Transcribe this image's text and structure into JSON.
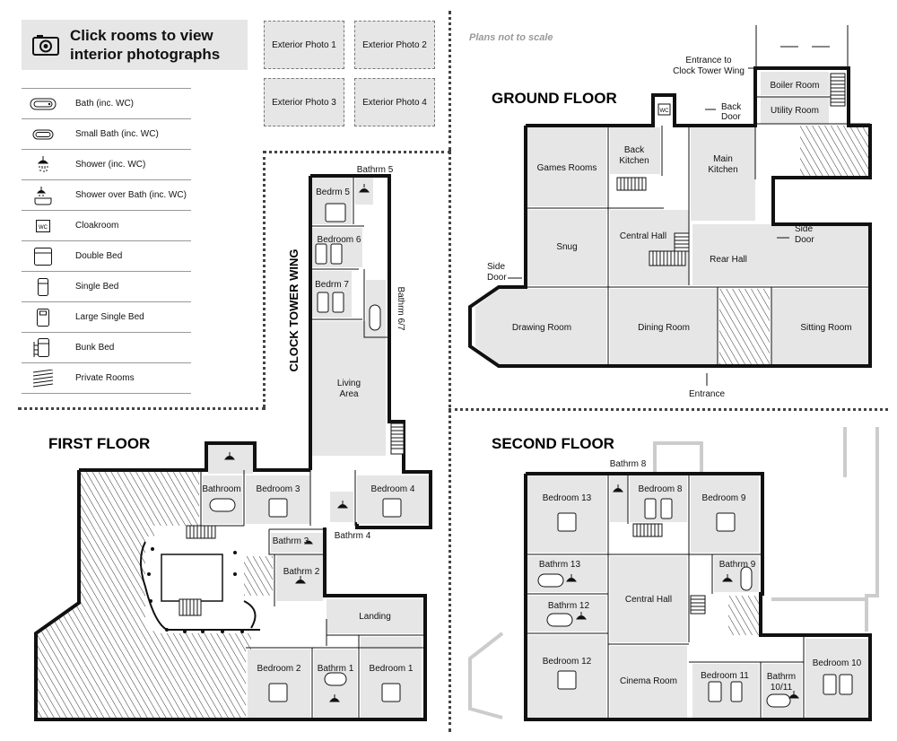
{
  "hint": {
    "text_line1": "Click rooms to view",
    "text_line2": "interior photographs"
  },
  "legend": [
    {
      "icon": "bath-icon",
      "label": "Bath (inc. WC)"
    },
    {
      "icon": "small-bath-icon",
      "label": "Small Bath (inc. WC)"
    },
    {
      "icon": "shower-icon",
      "label": "Shower (inc. WC)"
    },
    {
      "icon": "shower-over-bath-icon",
      "label": "Shower over Bath (inc. WC)"
    },
    {
      "icon": "cloakroom-icon",
      "label": "Cloakroom"
    },
    {
      "icon": "double-bed-icon",
      "label": "Double Bed"
    },
    {
      "icon": "single-bed-icon",
      "label": "Single Bed"
    },
    {
      "icon": "large-single-bed-icon",
      "label": "Large Single Bed"
    },
    {
      "icon": "bunk-bed-icon",
      "label": "Bunk Bed"
    },
    {
      "icon": "private-rooms-icon",
      "label": "Private Rooms"
    }
  ],
  "photos": [
    "Exterior Photo 1",
    "Exterior Photo 2",
    "Exterior Photo 3",
    "Exterior Photo 4"
  ],
  "note": "Plans not to scale",
  "wc_mark": "WC",
  "ground": {
    "title": "GROUND FLOOR",
    "rooms": {
      "games": "Games Rooms",
      "back_kitchen_1": "Back",
      "back_kitchen_2": "Kitchen",
      "main_kitchen_1": "Main",
      "main_kitchen_2": "Kitchen",
      "boiler": "Boiler Room",
      "utility": "Utility Room",
      "snug": "Snug",
      "central_hall": "Central Hall",
      "rear_hall": "Rear Hall",
      "drawing": "Drawing Room",
      "dining": "Dining Room",
      "sitting": "Sitting Room"
    },
    "labels": {
      "entrance_ctw_1": "Entrance to",
      "entrance_ctw_2": "Clock Tower Wing",
      "back_door_1": "Back",
      "back_door_2": "Door",
      "side_door_r_1": "Side",
      "side_door_r_2": "Door",
      "side_door_l_1": "Side",
      "side_door_l_2": "Door",
      "entrance": "Entrance"
    }
  },
  "first": {
    "title": "FIRST FLOOR",
    "wing_title": "CLOCK TOWER WING",
    "rooms": {
      "bathrm5": "Bathrm 5",
      "bedrm5": "Bedrm 5",
      "bedroom6": "Bedroom 6",
      "bedrm7": "Bedrm 7",
      "bathrm67": "Bathrm 6/7",
      "living_1": "Living",
      "living_2": "Area",
      "bathroom": "Bathroom",
      "bedroom3": "Bedroom 3",
      "bedroom4": "Bedroom 4",
      "bathrm4": "Bathrm 4",
      "bathrm3": "Bathrm 3",
      "bathrm2": "Bathrm 2",
      "landing": "Landing",
      "bedroom2": "Bedroom 2",
      "bathrm1": "Bathrm 1",
      "bedroom1": "Bedroom 1"
    }
  },
  "second": {
    "title": "SECOND FLOOR",
    "rooms": {
      "bathrm8": "Bathrm 8",
      "bedroom13": "Bedroom 13",
      "bedroom8": "Bedroom 8",
      "bedroom9": "Bedroom 9",
      "bathrm13": "Bathrm 13",
      "bathrm9": "Bathrm 9",
      "central_hall": "Central Hall",
      "bathrm12": "Bathrm 12",
      "bedroom12": "Bedroom 12",
      "cinema": "Cinema Room",
      "bedroom11": "Bedroom 11",
      "bathrm1011_1": "Bathrm",
      "bathrm1011_2": "10/11",
      "bedroom10": "Bedroom 10"
    }
  }
}
